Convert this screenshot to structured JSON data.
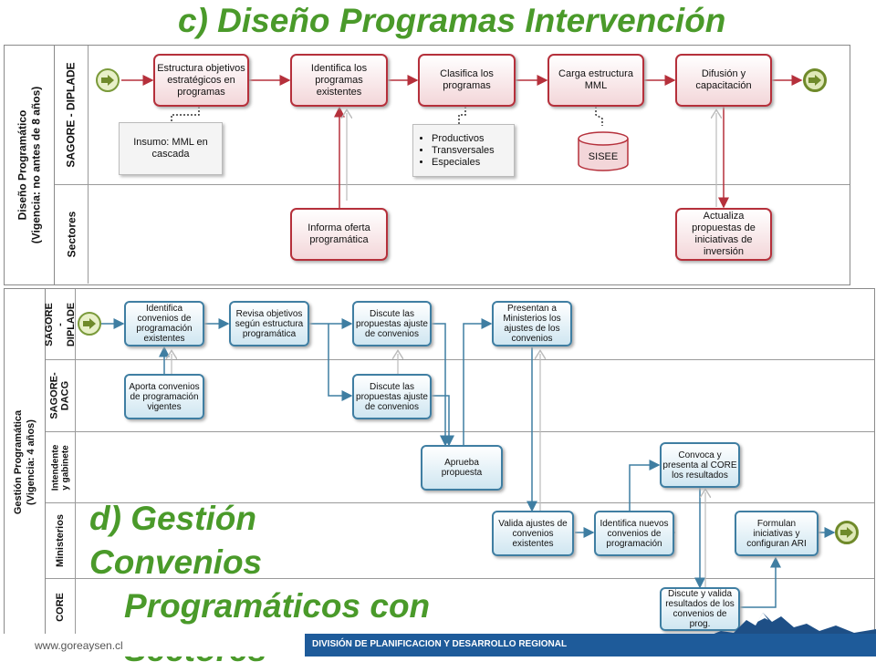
{
  "titles": {
    "c": "c) Diseño Programas Intervención",
    "d_lines": [
      "d) Gestión Convenios",
      "Programáticos con",
      "Sectores"
    ]
  },
  "pool_c": {
    "label_line1": "Diseño Programático",
    "label_line2": "(Vigencia: no antes de 8 años)",
    "lanes": [
      "SAGORE - DIPLADE",
      "Sectores"
    ],
    "tasks": {
      "t1": "Estructura objetivos estratégicos en programas",
      "t2": "Identifica los programas existentes",
      "t3": "Clasifica los programas",
      "t4": "Carga estructura MML",
      "t5": "Difusión y capacitación",
      "t6": "Informa oferta programática",
      "t7": "Actualiza propuestas de iniciativas de inversión"
    },
    "notes": {
      "insumo": "Insumo: MML en cascada",
      "tipos": [
        "Productivos",
        "Transversales",
        "Especiales"
      ]
    },
    "datastore": "SISEE"
  },
  "pool_d": {
    "label_line1": "Gestión Programática",
    "label_line2": "(Vigencia: 4 años)",
    "lanes": [
      "SAGORE - DIPLADE",
      "SAGORE- DACG",
      "Intendente y gabinete",
      "Ministerios",
      "CORE"
    ],
    "tasks": {
      "d1": "Identifica convenios de programación existentes",
      "d2": "Revisa objetivos según estructura programática",
      "d3": "Discute las propuestas ajuste de convenios",
      "d4": "Presentan a Ministerios los ajustes de los convenios",
      "d5": "Aporta convenios de programación vigentes",
      "d6": "Discute las propuestas ajuste de convenios",
      "d7": "Aprueba propuesta",
      "d8": "Convoca y presenta al CORE los resultados",
      "d9": "Valida ajustes de convenios existentes",
      "d10": "Identifica nuevos convenios de programación",
      "d11": "Formulan iniciativas y configuran ARI",
      "d12": "Discute y valida resultados de los convenios de prog."
    }
  },
  "footer": {
    "url": "www.goreaysen.cl",
    "division": "DIVISIÓN DE PLANIFICACION Y DESARROLLO REGIONAL"
  },
  "colors": {
    "title_green": "#4a9a2a",
    "task_red_border": "#b5303b",
    "task_blue_border": "#3f7ea2",
    "footer_blue": "#1e5b9a"
  },
  "icons": {
    "start_event": "arrow-right-circle-icon",
    "end_event": "arrow-right-circle-icon",
    "datastore": "database-cylinder-icon"
  }
}
